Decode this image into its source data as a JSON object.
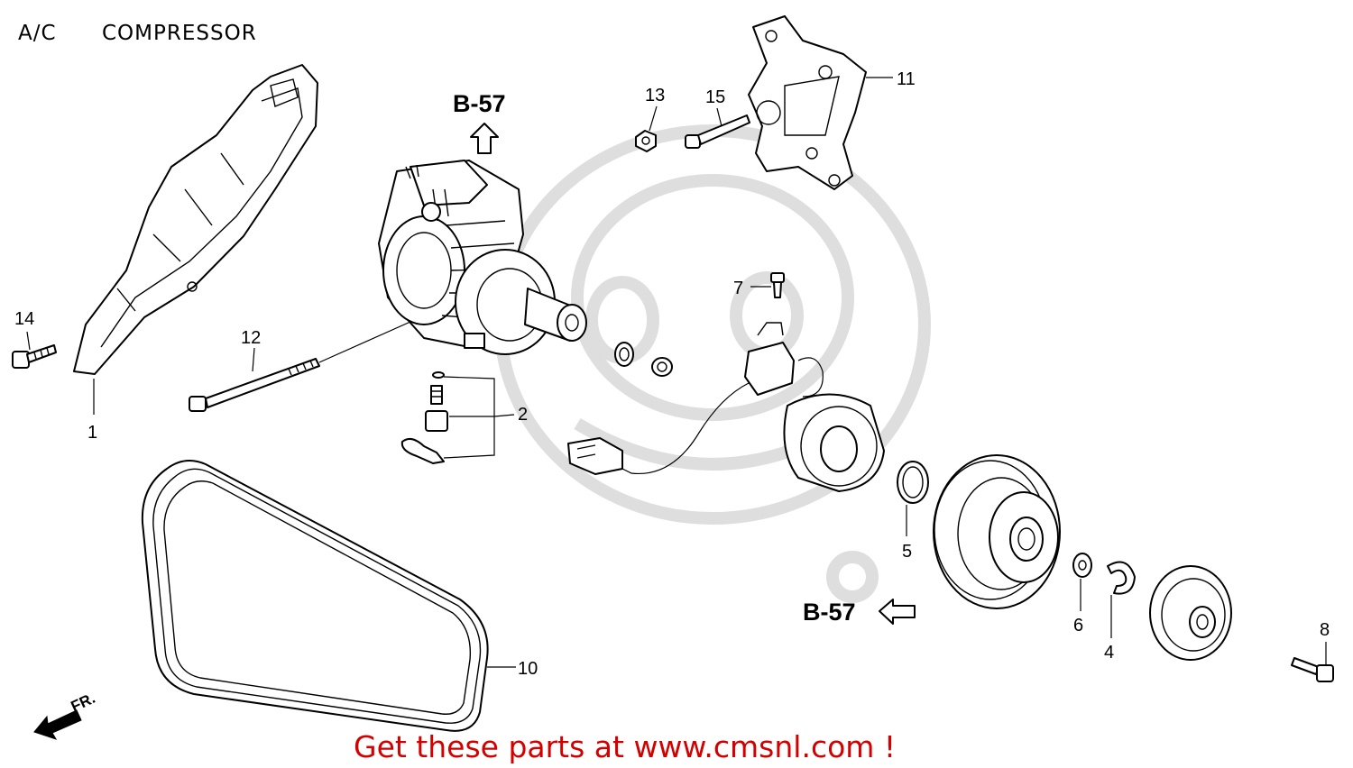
{
  "header": {
    "category": "A/C",
    "title": "COMPRESSOR"
  },
  "references": {
    "upper": "B-57",
    "lower": "B-57"
  },
  "direction": {
    "label": "FR."
  },
  "callouts": [
    "1",
    "2",
    "4",
    "5",
    "6",
    "7",
    "8",
    "10",
    "11",
    "12",
    "13",
    "14",
    "15"
  ],
  "promo": {
    "text": "Get these parts at www.cmsnl.com !",
    "color": "#d40000"
  },
  "colors": {
    "ink": "#000000",
    "watermark": "#dedede",
    "background": "#ffffff"
  }
}
